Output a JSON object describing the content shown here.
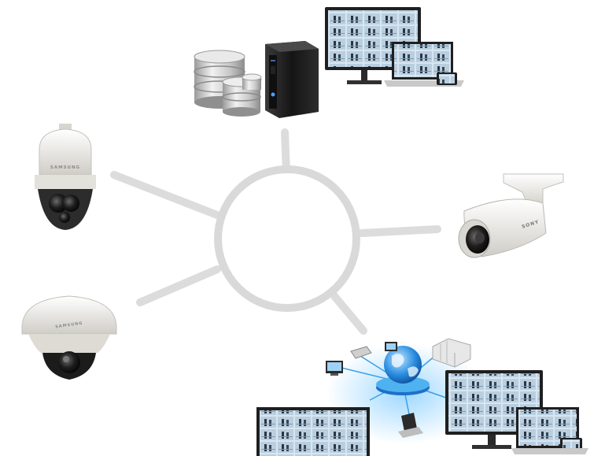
{
  "diagram": {
    "hub": {
      "label": ""
    },
    "nodes": {
      "storage_server": {
        "label": ""
      },
      "ptz_camera": {
        "brand_text": "SAMSUNG"
      },
      "bullet_camera": {
        "brand_text": "SONY"
      },
      "dome_camera": {
        "brand_text": "SAMSUNG"
      },
      "network_clients": {
        "label": ""
      }
    },
    "colors": {
      "connector": "#dcdcdc",
      "hub_ring": "#d9d9d9",
      "monitor_frame": "#1f1f1f",
      "screen_tint": "#cfe3f2",
      "network_glow": "#7cc7ff",
      "globe_blue": "#1d7fd6",
      "camera_body": "#efeee9",
      "camera_dark": "#2a2a2a"
    },
    "icons": [
      "database-icon",
      "server-tower-icon",
      "monitor-icon",
      "laptop-icon",
      "tablet-icon",
      "phone-icon",
      "ptz-camera-icon",
      "bullet-camera-icon",
      "dome-camera-icon",
      "globe-icon",
      "router-icon"
    ]
  }
}
